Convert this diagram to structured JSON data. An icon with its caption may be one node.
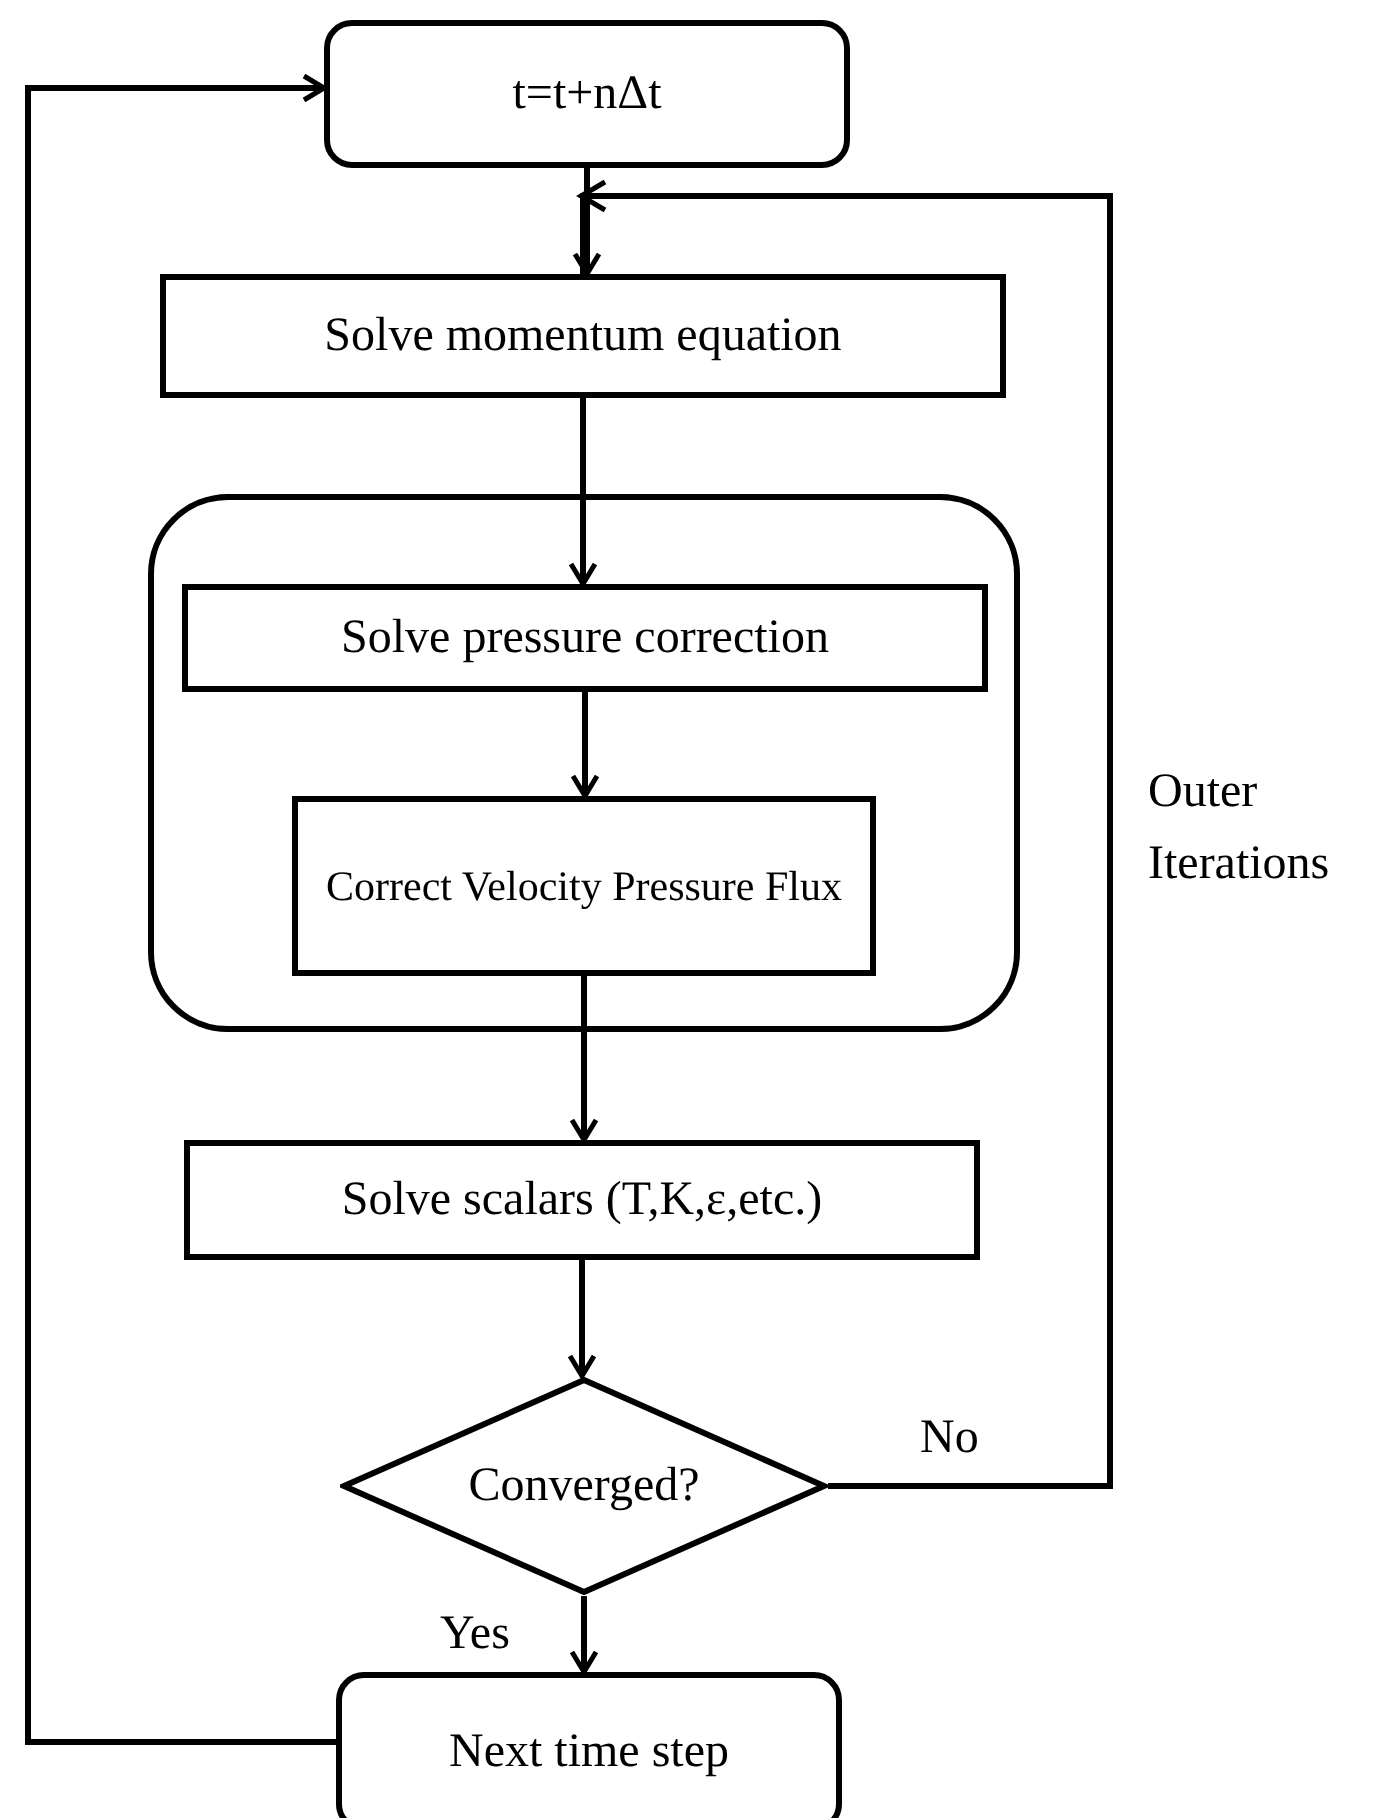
{
  "diagram": {
    "nodes": [
      {
        "text": [
          "t=t+nΔt"
        ]
      },
      {
        "text": [
          "Solve momentum equation"
        ]
      },
      {
        "text": [],
        "shape": "box"
      },
      {
        "text": [
          "Solve pressure correction"
        ],
        "in": 2
      },
      {
        "text": [
          "Correct Velocity Pressure Flux"
        ],
        "in": 2
      },
      {
        "text": [
          "Solve scalars (T,K,ε,etc.)"
        ]
      },
      {
        "text": [
          "Converged?"
        ]
      },
      {
        "text": [
          "Next time step"
        ]
      }
    ],
    "edges": [
      {
        "from": 0,
        "to": 1,
        "arrow": "to"
      },
      {
        "from": 1,
        "to": 3,
        "arrow": "to"
      },
      {
        "from": 3,
        "to": 4,
        "arrow": "to"
      },
      {
        "from": 4,
        "to": 5,
        "arrow": "to"
      },
      {
        "from": 5,
        "to": 6,
        "arrow": "to"
      },
      {
        "from": 6,
        "to": 7,
        "arrow": "to",
        "label": "Yes"
      },
      {
        "from": 6,
        "to": 1,
        "arrow": "to",
        "label": "No"
      },
      {
        "from": 7,
        "to": 0,
        "arrow": "to"
      }
    ],
    "labels": [
      "Outer Iterations"
    ]
  }
}
